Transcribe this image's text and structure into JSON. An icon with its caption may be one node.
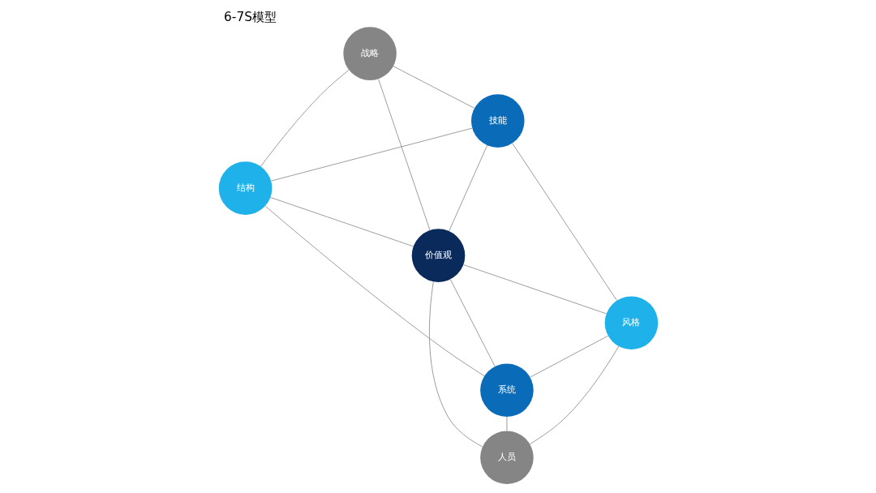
{
  "diagram": {
    "title": "6-7S模型",
    "nodes": [
      {
        "text": [
          "战略"
        ]
      },
      {
        "text": [
          "技能"
        ]
      },
      {
        "text": [
          "结构"
        ]
      },
      {
        "text": [
          "价值观"
        ]
      },
      {
        "text": [
          "风格"
        ]
      },
      {
        "text": [
          "系统"
        ]
      },
      {
        "text": [
          "人员"
        ]
      }
    ],
    "edges": [
      {
        "from": 0,
        "to": 1,
        "arrow": "none"
      },
      {
        "from": 0,
        "to": 2,
        "arrow": "none"
      },
      {
        "from": 0,
        "to": 3,
        "arrow": "none"
      },
      {
        "from": 1,
        "to": 2,
        "arrow": "none"
      },
      {
        "from": 1,
        "to": 3,
        "arrow": "none"
      },
      {
        "from": 1,
        "to": 4,
        "arrow": "none"
      },
      {
        "from": 2,
        "to": 3,
        "arrow": "none"
      },
      {
        "from": 2,
        "to": 5,
        "arrow": "none"
      },
      {
        "from": 3,
        "to": 4,
        "arrow": "none"
      },
      {
        "from": 3,
        "to": 5,
        "arrow": "none"
      },
      {
        "from": 3,
        "to": 6,
        "arrow": "none"
      },
      {
        "from": 4,
        "to": 5,
        "arrow": "none"
      },
      {
        "from": 4,
        "to": 6,
        "arrow": "none"
      },
      {
        "from": 5,
        "to": 6,
        "arrow": "none"
      }
    ]
  }
}
